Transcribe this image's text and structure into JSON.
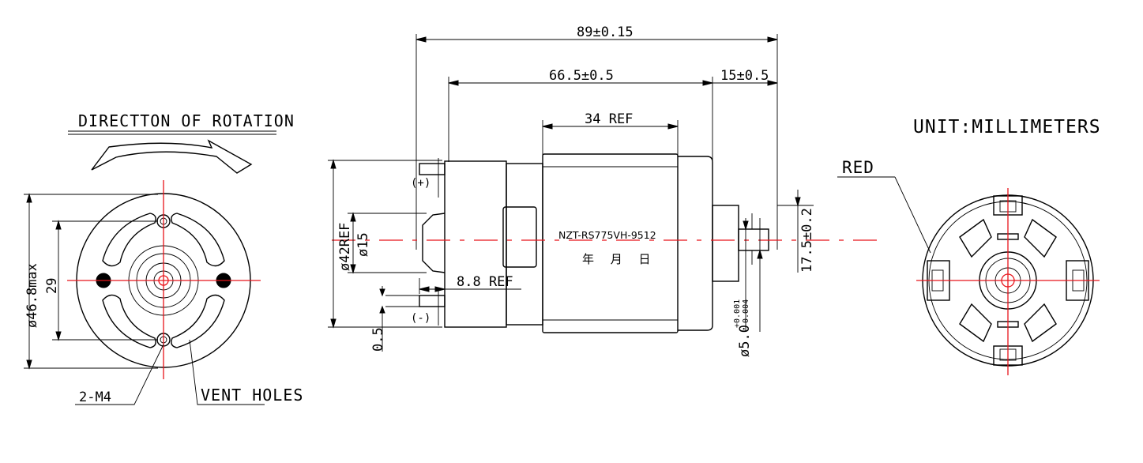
{
  "labels": {
    "direction": "DIRECTTON OF ROTATION",
    "unit": "UNIT:MILLIMETERS",
    "red": "RED",
    "screw": "2-M4",
    "vent": "VENT HOLES",
    "model": "NZT-RS775VH-9512",
    "date": "年 月 日",
    "plus": "(+)",
    "minus": "(-)"
  },
  "dimensions": {
    "total_length": "89±0.15",
    "body_length": "66.5±0.5",
    "shaft_length": "15±0.5",
    "can_ref": "34 REF",
    "terminal_ref": "8.8 REF",
    "flange_dia": "ø46.8max",
    "hole_spacing": "29",
    "body_dia": "ø42REF",
    "boss_dia": "ø15",
    "terminal_thk": "0.5",
    "shaft_dia": "ø5.0",
    "shaft_tol_upper": "+0.001",
    "shaft_tol_lower": "-0.004",
    "shaft_flat": "17.5±0.2"
  }
}
